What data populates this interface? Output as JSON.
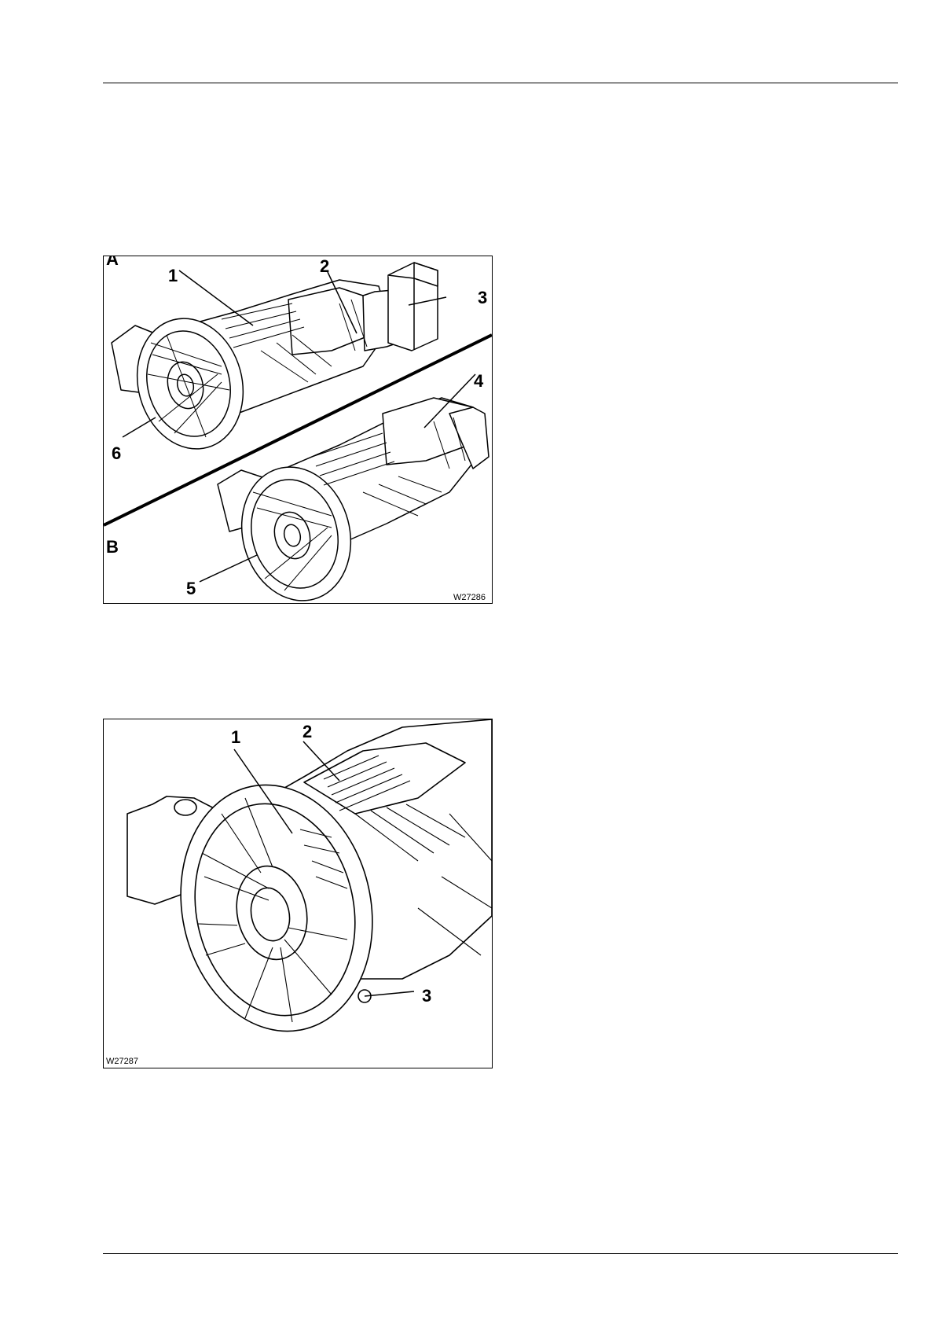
{
  "figures": [
    {
      "id": "W27286",
      "section_labels": [
        "A",
        "B"
      ],
      "callouts": [
        "1",
        "2",
        "3",
        "4",
        "5",
        "6"
      ]
    },
    {
      "id": "W27287",
      "callouts": [
        "1",
        "2",
        "3"
      ]
    }
  ]
}
